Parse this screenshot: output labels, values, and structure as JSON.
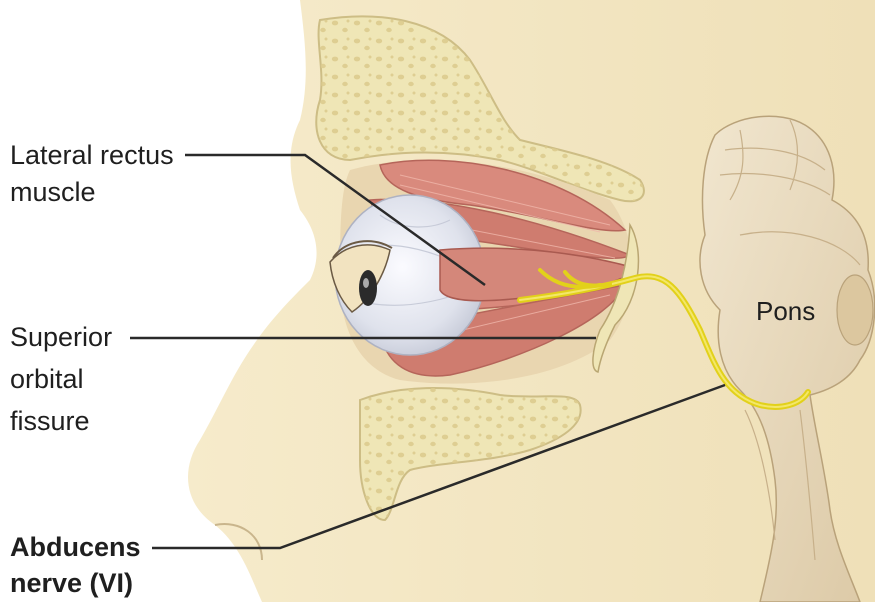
{
  "labels": {
    "lateral_rectus_line1": "Lateral rectus",
    "lateral_rectus_line2": "muscle",
    "superior_line1": "Superior",
    "superior_line2": "orbital",
    "superior_line3": "fissure",
    "abducens_line1": "Abducens",
    "abducens_line2": "nerve (VI)",
    "pons": "Pons"
  },
  "colors": {
    "skin": "#f3e6c3",
    "bone": "#efe7b9",
    "bone_pore": "#d9c98f",
    "brainstem": "#ead9bd",
    "muscle": "#d9867a",
    "eyeball": "#e8e8ef",
    "nerve": "#e3d21e",
    "leader_line": "#2a2a2a"
  }
}
